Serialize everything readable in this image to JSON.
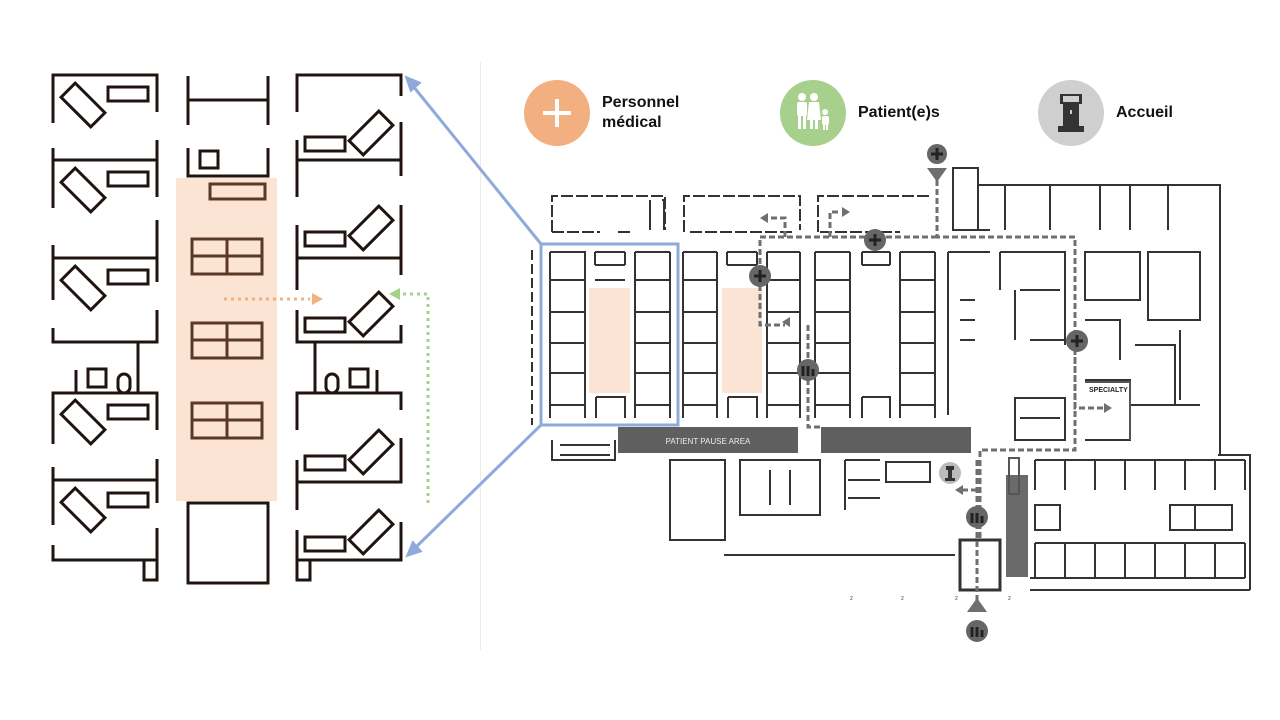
{
  "legend": {
    "items": [
      {
        "label_line1": "Personnel",
        "label_line2": "médical",
        "icon": "plus-icon",
        "color": "#f2b081"
      },
      {
        "label": "Patient(e)s",
        "icon": "family-icon",
        "color": "#a8d08d"
      },
      {
        "label": "Accueil",
        "icon": "reception-kiosk-icon",
        "color": "#cfcfcf"
      }
    ]
  },
  "floorplan": {
    "patient_pause_area_label": "PATIENT PAUSE AREA",
    "specialty_label": "SPECIALTY",
    "scale_marks": [
      "2",
      "2",
      "2",
      "2"
    ]
  },
  "colors": {
    "medical_zone": "#fce4d4",
    "medical_arrow": "#f2b081",
    "patient_arrow": "#a8d08d",
    "connector": "#8eaadb",
    "wall": "#1f1410",
    "furniture": "#5a3a26",
    "marker": "#666666"
  }
}
